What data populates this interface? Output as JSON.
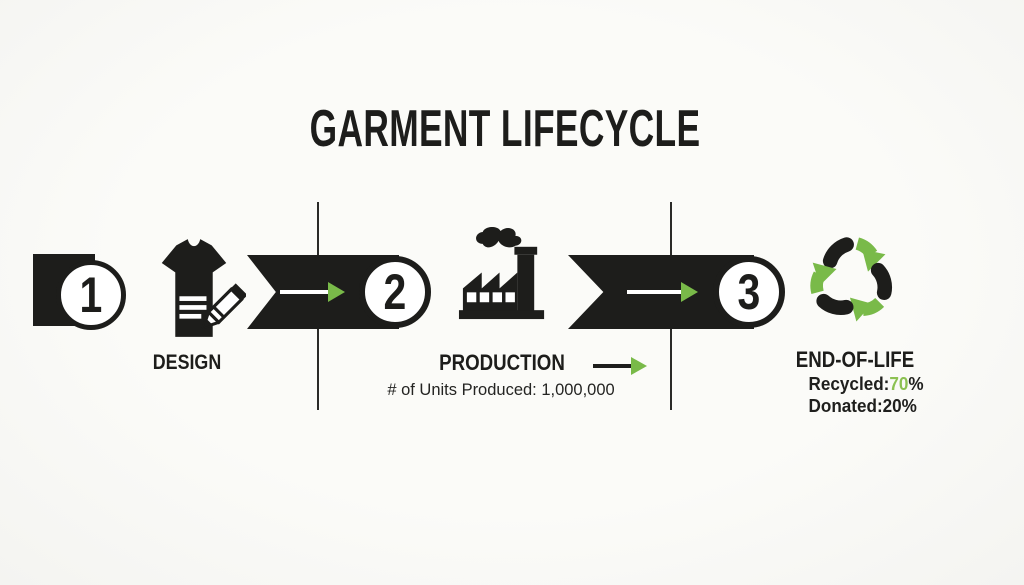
{
  "title": "GARMENT LIFECYCLE",
  "colors": {
    "ink": "#1d1d1b",
    "green": "#79ba49",
    "green_text": "#8cc152",
    "background": "#fbfbf8"
  },
  "badges": {
    "one": "1",
    "two": "2",
    "three": "3"
  },
  "design": {
    "label": "DESIGN",
    "icon": "tshirt-pencil-icon"
  },
  "production": {
    "label": "PRODUCTION",
    "icon": "factory-icon",
    "units_line": "# of Units Produced: 1,000,000"
  },
  "end_of_life": {
    "label": "END-OF-LIFE",
    "icon": "recycle-icon",
    "stats": [
      {
        "name": "Recycled:",
        "value": "70",
        "suffix": "%",
        "highlight": true
      },
      {
        "name": "Donated:",
        "value": "20",
        "suffix": "%",
        "highlight": false
      }
    ]
  }
}
